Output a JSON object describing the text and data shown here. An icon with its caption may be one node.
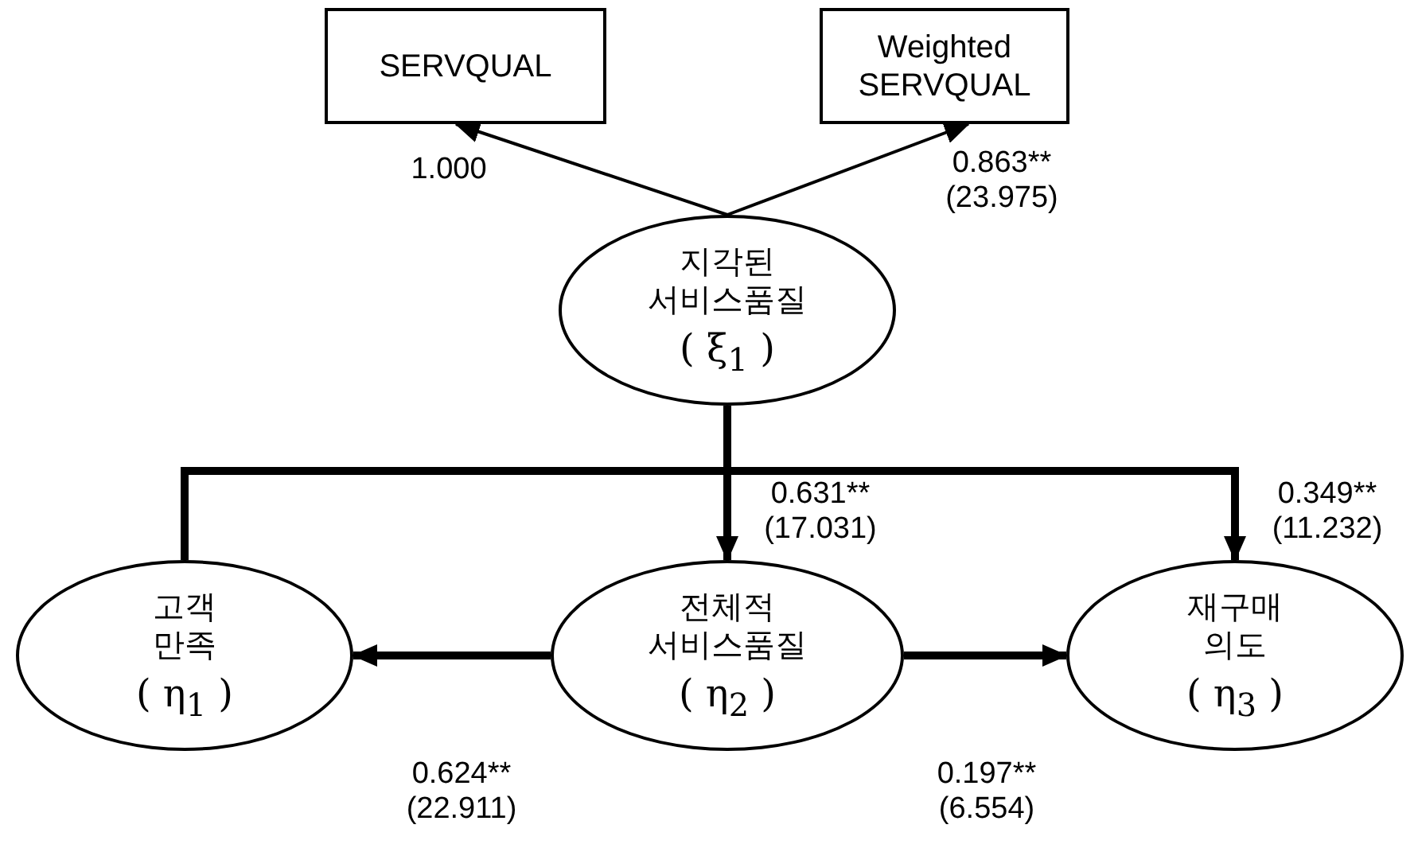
{
  "diagram": {
    "nodes": [
      {
        "text": [
          "SERVQUAL"
        ]
      },
      {
        "text": [
          "Weighted SERVQUAL"
        ]
      },
      {
        "text": [
          "지각된 서비스품질",
          "( ξ$_{1}$ )"
        ]
      },
      {
        "text": [
          "고객 만족",
          "( η$_{1}$ )"
        ]
      },
      {
        "text": [
          "전체적 서비스품질",
          "( η$_{2}$ )"
        ]
      },
      {
        "text": [
          "재구매 의도",
          "( η$_{3}$ )"
        ]
      }
    ],
    "edges": [
      {
        "from": 2,
        "to": 0,
        "arrow": "to",
        "label": "1.000"
      },
      {
        "from": 2,
        "to": 1,
        "arrow": "to",
        "label": "0.863** (23.975)"
      },
      {
        "from": 2,
        "to": 4,
        "arrow": "to",
        "label": "0.631** (17.031)"
      },
      {
        "from": 4,
        "to": 3,
        "arrow": "to",
        "label": "0.624** (22.911)"
      },
      {
        "from": 4,
        "to": 5,
        "arrow": "to",
        "label": "0.197** (6.554)"
      },
      {
        "from": 3,
        "to": 5,
        "arrow": "to",
        "label": "0.349** (11.232)"
      }
    ]
  }
}
